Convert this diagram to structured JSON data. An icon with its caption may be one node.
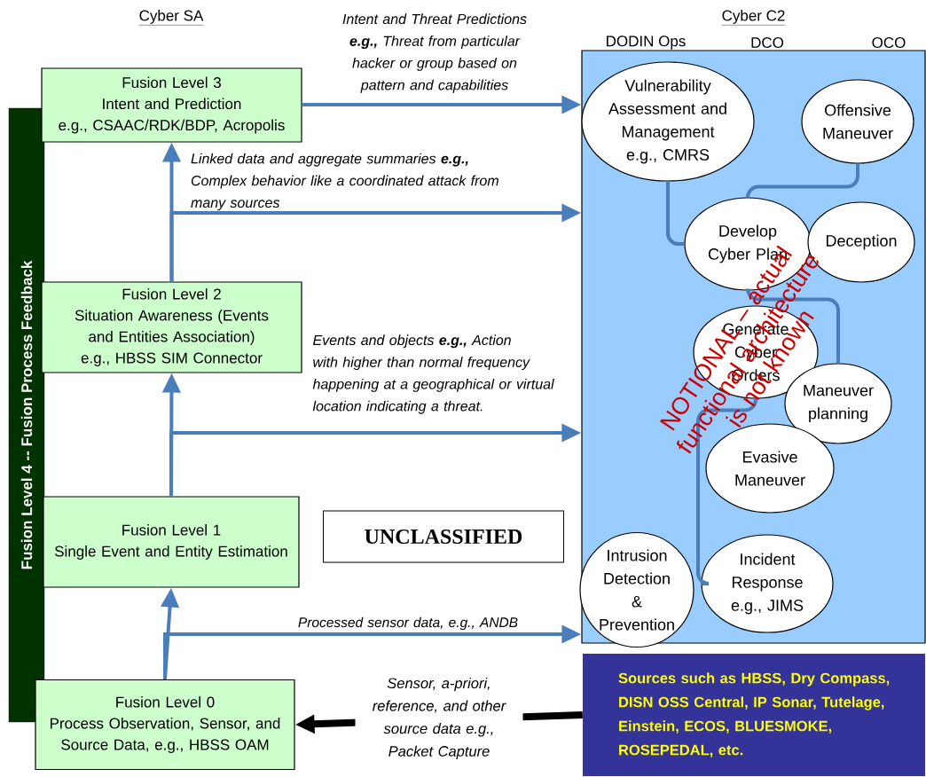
{
  "diagram": {
    "nodes": [
      {
        "text": [
          "Fusion Level 3",
          "Intent and Prediction",
          "e.g., CSAAC/RDK/BDP, Acropolis"
        ]
      },
      {
        "text": [
          "Fusion Level 2",
          "Situation Awareness (Events and Entities Association)",
          "e.g., HBSS SIM Connector"
        ]
      },
      {
        "text": [
          "Fusion Level 1",
          "Single Event and Entity Estimation"
        ]
      },
      {
        "text": [
          "Fusion Level 0",
          "Process Observation, Sensor, and Source Data, e.g., HBSS OAM"
        ]
      },
      {
        "text": [
          "Fusion Level 4 -- Fusion Process Feedback"
        ]
      },
      {
        "text": [
          "Cyber C2"
        ]
      },
      {
        "text": [
          "Vulnerability Assessment and Management",
          "e.g., CMRS"
        ],
        "in": 5
      },
      {
        "text": [
          "Offensive Maneuver"
        ],
        "in": 5
      },
      {
        "text": [
          "Develop Cyber Plan"
        ],
        "in": 5
      },
      {
        "text": [
          "Deception"
        ],
        "in": 5
      },
      {
        "text": [
          "Generate Cyber Orders"
        ],
        "in": 5
      },
      {
        "text": [
          "Maneuver planning"
        ],
        "in": 5
      },
      {
        "text": [
          "Evasive Maneuver"
        ],
        "in": 5
      },
      {
        "text": [
          "Intrusion Detection & Prevention"
        ],
        "in": 5
      },
      {
        "text": [
          "Incident Response",
          "e.g., JIMS"
        ],
        "in": 5
      },
      {
        "text": [
          "Sources such as HBSS, Dry Compass, DISN OSS Central, IP Sonar, Tutelage, Einstein, ECOS, BLUESMOKE, ROSEPEDAL, etc."
        ]
      },
      {
        "text": [
          "UNCLASSIFIED"
        ]
      }
    ],
    "edges": [
      {
        "from": 0,
        "to": 5,
        "arrow": "to",
        "label": "Intent and Threat Predictions **e.g.,** Threat from particular hacker or group based on pattern and capabilities"
      },
      {
        "from": 1,
        "to": 0,
        "arrow": "to"
      },
      {
        "from": 1,
        "to": 5,
        "arrow": "to",
        "label": "Linked data and aggregate summaries **e.g.,** Complex behavior like a coordinated attack from many sources"
      },
      {
        "from": 2,
        "to": 1,
        "arrow": "to"
      },
      {
        "from": 2,
        "to": 5,
        "arrow": "to",
        "label": "Events and objects **e.g.,** Action with higher than normal frequency happening at a geographical or virtual location indicating a threat."
      },
      {
        "from": 3,
        "to": 2,
        "arrow": "to"
      },
      {
        "from": 3,
        "to": 5,
        "arrow": "to",
        "label": "Processed sensor data, e.g., ANDB"
      },
      {
        "from": 15,
        "to": 3,
        "arrow": "to",
        "label": "Sensor, a-priori, reference, and other source data e.g., Packet Capture",
        "style": "thick",
        "color": "#000000"
      },
      {
        "from": 6,
        "to": 8,
        "arrow": "none"
      },
      {
        "from": 7,
        "to": 8,
        "arrow": "none"
      },
      {
        "from": 8,
        "to": 11,
        "arrow": "none"
      },
      {
        "from": 10,
        "to": 14,
        "arrow": "none"
      }
    ],
    "labels": [
      "Cyber SA",
      "DODIN Ops",
      "DCO",
      "OCO",
      "NOTIONAL – actual functional architecture is not known"
    ]
  }
}
